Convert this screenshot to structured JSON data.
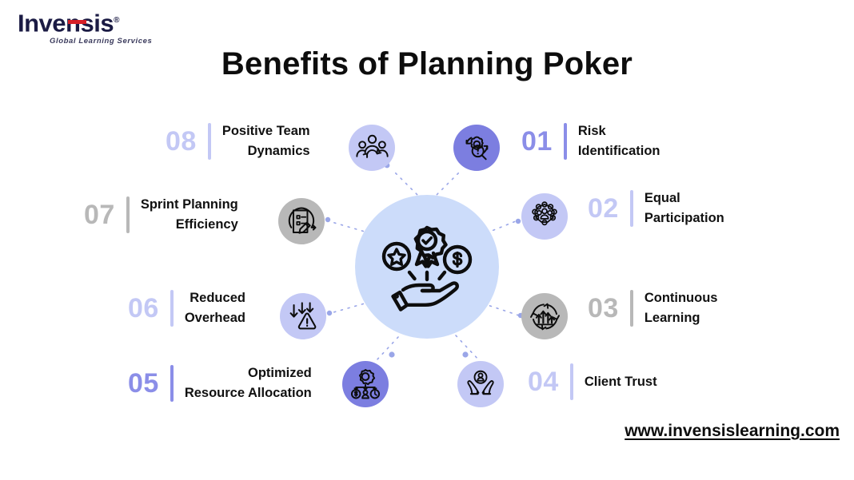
{
  "brand": {
    "logo_word": "Inv",
    "logo_word_2": "nsis",
    "logo_registered": "®",
    "tagline": "Global Learning Services",
    "bar_color": "#d72027",
    "word_color": "#1b1b44"
  },
  "header": {
    "title": "Benefits of Planning Poker"
  },
  "center": {
    "icon": "hand-holding-rewards-icon",
    "circle_color": "#ccdcfa"
  },
  "theme": {
    "purple": "#8b8ee8",
    "lavender": "#c3c8f5",
    "gray": "#b8b8b8",
    "solid_purple": "#7c7ee0",
    "hub_blue": "#ccdcfa",
    "text": "#111111"
  },
  "benefits": [
    {
      "number": "01",
      "label": "Risk\nIdentification",
      "side": "right",
      "theme": "purple",
      "icon": "magnifier-alert-gear-icon",
      "bubble_color": "#7c7ee0"
    },
    {
      "number": "02",
      "label": "Equal\nParticipation",
      "side": "right",
      "theme": "lavender",
      "icon": "people-network-icon",
      "bubble_color": "#c3c8f5"
    },
    {
      "number": "03",
      "label": "Continuous\nLearning",
      "side": "right",
      "theme": "gray",
      "icon": "growth-arrows-cycle-icon",
      "bubble_color": "#b8b8b8"
    },
    {
      "number": "04",
      "label": "Client Trust",
      "side": "right",
      "theme": "lavender",
      "icon": "hands-holding-person-icon",
      "bubble_color": "#c3c8f5"
    },
    {
      "number": "05",
      "label": "Optimized\nResource Allocation",
      "side": "left",
      "theme": "purple",
      "icon": "resource-allocation-icon",
      "bubble_color": "#7c7ee0"
    },
    {
      "number": "06",
      "label": "Reduced\nOverhead",
      "side": "left",
      "theme": "lavender",
      "icon": "down-arrows-warning-icon",
      "bubble_color": "#c3c8f5"
    },
    {
      "number": "07",
      "label": "Sprint Planning\nEfficiency",
      "side": "left",
      "theme": "gray",
      "icon": "checklist-pencil-cycle-icon",
      "bubble_color": "#b8b8b8"
    },
    {
      "number": "08",
      "label": "Positive Team\nDynamics",
      "side": "left",
      "theme": "lavender",
      "icon": "team-refresh-icon",
      "bubble_color": "#c3c8f5"
    }
  ],
  "footer": {
    "url": "www.invensislearning.com"
  }
}
